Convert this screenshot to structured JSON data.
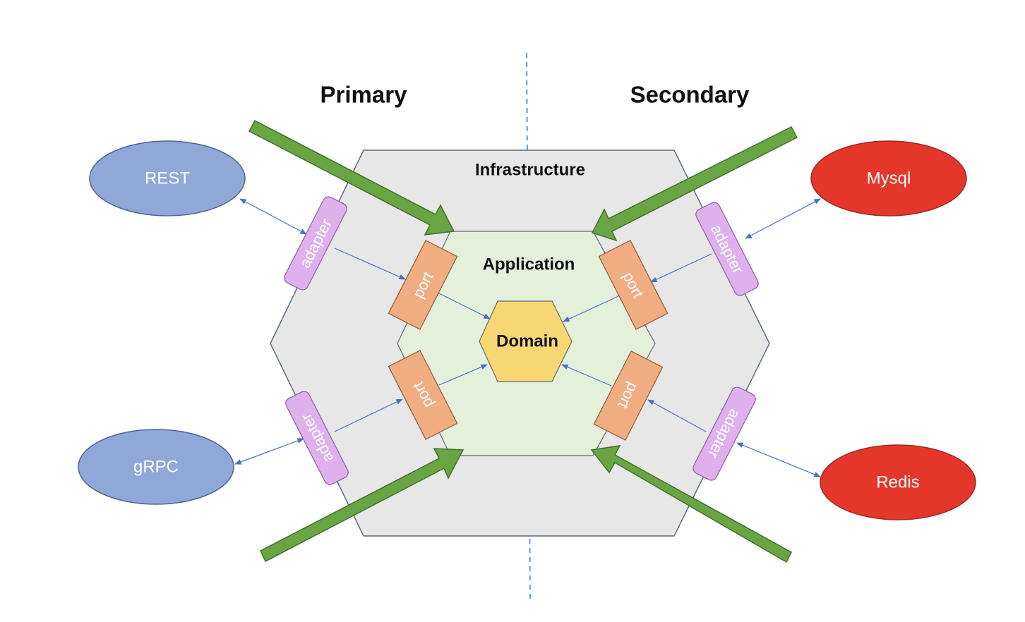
{
  "headings": {
    "primary": "Primary",
    "secondary": "Secondary"
  },
  "layers": {
    "infrastructure": "Infrastructure",
    "application": "Application",
    "domain": "Domain"
  },
  "external": {
    "rest": "REST",
    "grpc": "gRPC",
    "mysql": "Mysql",
    "redis": "Redis"
  },
  "adapters": {
    "rest_adapter": "adapter",
    "grpc_adapter": "adapter",
    "mysql_adapter": "adapter",
    "redis_adapter": "adapter"
  },
  "ports": {
    "primary_top": "port",
    "primary_bottom": "port",
    "secondary_top": "port",
    "secondary_bottom": "port"
  },
  "colors": {
    "infrastructure_fill": "#e7e7e7",
    "application_fill": "#e5f0da",
    "domain_fill": "#f8d772",
    "primary_external": "#8fa8d8",
    "secondary_external": "#e5362b",
    "adapter_fill": "#dfb1ec",
    "port_fill": "#f0ad82",
    "arrow_green": "#6aa544",
    "connector_blue": "#4472c4"
  }
}
